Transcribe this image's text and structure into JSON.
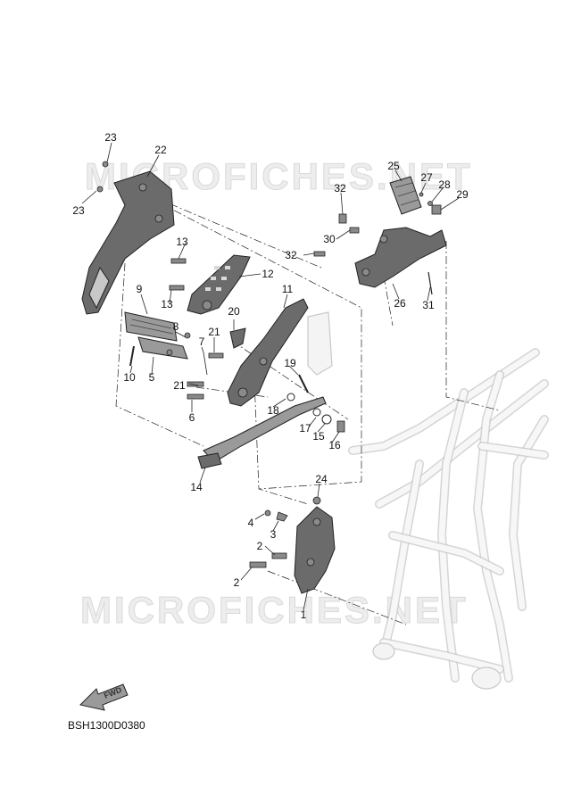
{
  "watermark": {
    "top": "MICROFICHES.NET",
    "bottom": "MICROFICHES.NET"
  },
  "fwd_label": "FWD",
  "diagram_code": "BSH1300D0380",
  "callouts": {
    "c1": "1",
    "c2a": "2",
    "c2b": "2",
    "c3": "3",
    "c4": "4",
    "c5": "5",
    "c6": "6",
    "c7": "7",
    "c8": "8",
    "c9": "9",
    "c10": "10",
    "c11": "11",
    "c12": "12",
    "c13a": "13",
    "c13b": "13",
    "c14": "14",
    "c15": "15",
    "c16": "16",
    "c17": "17",
    "c18": "18",
    "c19": "19",
    "c20": "20",
    "c21a": "21",
    "c21b": "21",
    "c22": "22",
    "c23a": "23",
    "c23b": "23",
    "c24": "24",
    "c25": "25",
    "c26": "26",
    "c27": "27",
    "c28": "28",
    "c29": "29",
    "c30": "30",
    "c31": "31",
    "c32a": "32",
    "c32b": "32"
  },
  "colors": {
    "part": "#6b6b6b",
    "frame": "#c9c9c9",
    "watermark": "#ededed",
    "text": "#111111"
  }
}
